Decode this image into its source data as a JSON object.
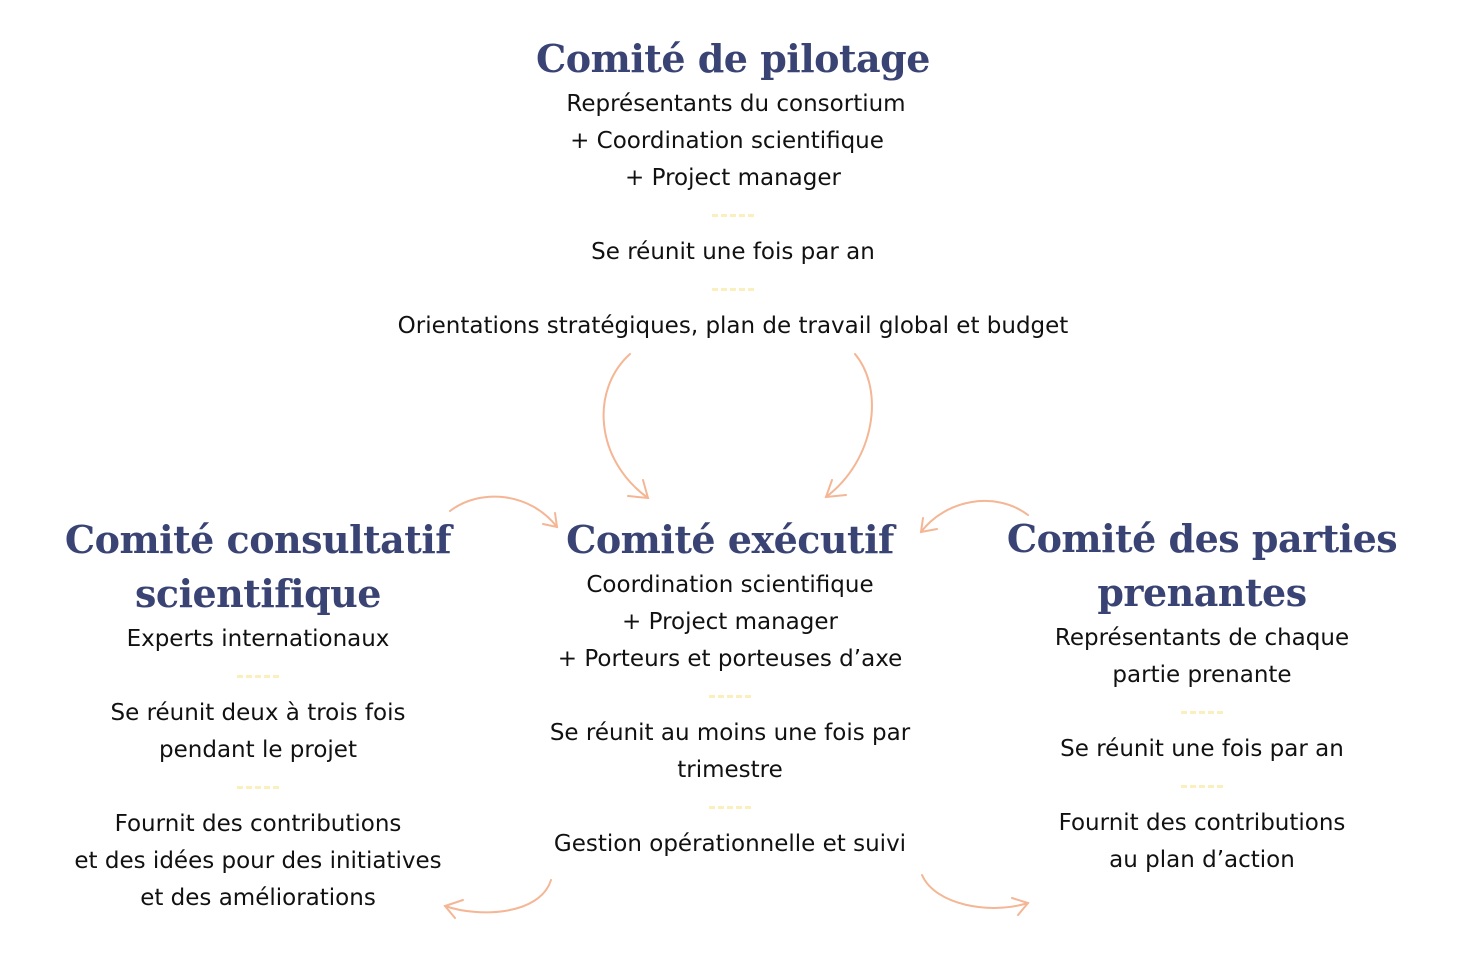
{
  "colors": {
    "title": "#3a4474",
    "body_text": "#111111",
    "separator": "#fbf0bd",
    "arrow": "#f4b694",
    "background": "#ffffff"
  },
  "separator_icon": "dashed-line",
  "committees": {
    "pilotage": {
      "title": "Comité de pilotage",
      "members": [
        "Représentants du consortium",
        "+ Coordination scientifique",
        "+ Project manager"
      ],
      "frequency": [
        "Se réunit une fois par an"
      ],
      "role": [
        "Orientations stratégiques, plan de travail global et budget"
      ]
    },
    "consultatif": {
      "title": [
        "Comité consultatif",
        "scientifique"
      ],
      "members": [
        "Experts internationaux"
      ],
      "frequency": [
        "Se réunit deux à trois fois",
        "pendant le projet"
      ],
      "role": [
        "Fournit des contributions",
        "et des idées pour des initiatives",
        "et des améliorations"
      ]
    },
    "executif": {
      "title": "Comité exécutif",
      "members": [
        "Coordination scientifique",
        "+ Project manager",
        "+ Porteurs et porteuses d’axe"
      ],
      "frequency": [
        "Se réunit au moins une fois par",
        "trimestre"
      ],
      "role": [
        "Gestion opérationnelle et suivi"
      ]
    },
    "parties_prenantes": {
      "title": [
        "Comité des parties",
        "prenantes"
      ],
      "members": [
        "Représentants de chaque",
        "partie prenante"
      ],
      "frequency": [
        "Se réunit une fois par an"
      ],
      "role": [
        "Fournit des contributions",
        "au plan d’action"
      ]
    }
  },
  "arrows": [
    {
      "from": "pilotage",
      "to": "executif",
      "side": "left"
    },
    {
      "from": "pilotage",
      "to": "executif",
      "side": "right"
    },
    {
      "from": "consultatif",
      "to": "executif"
    },
    {
      "from": "parties_prenantes",
      "to": "executif"
    },
    {
      "from": "executif",
      "to": "consultatif"
    },
    {
      "from": "executif",
      "to": "parties_prenantes"
    }
  ]
}
